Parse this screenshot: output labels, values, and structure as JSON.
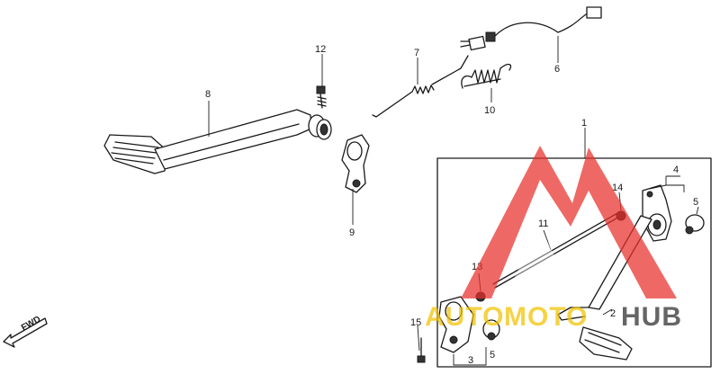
{
  "diagram": {
    "callouts": [
      {
        "id": "c1",
        "text": "1"
      },
      {
        "id": "c2",
        "text": "2"
      },
      {
        "id": "c3",
        "text": "3"
      },
      {
        "id": "c4",
        "text": "4"
      },
      {
        "id": "c5a",
        "text": "5"
      },
      {
        "id": "c5b",
        "text": "5"
      },
      {
        "id": "c6",
        "text": "6"
      },
      {
        "id": "c7",
        "text": "7"
      },
      {
        "id": "c8",
        "text": "8"
      },
      {
        "id": "c9",
        "text": "9"
      },
      {
        "id": "c10",
        "text": "10"
      },
      {
        "id": "c11",
        "text": "11"
      },
      {
        "id": "c12",
        "text": "12"
      },
      {
        "id": "c13",
        "text": "13"
      },
      {
        "id": "c14",
        "text": "14"
      },
      {
        "id": "c15",
        "text": "15"
      }
    ],
    "direction_label": "FWD"
  },
  "watermark": {
    "part1": "AUTO",
    "part2": "MOTO",
    "part3": "HUB",
    "colors": {
      "red": "#e8302a",
      "yellow": "#f2c200",
      "dark": "#2b2b2b"
    }
  }
}
